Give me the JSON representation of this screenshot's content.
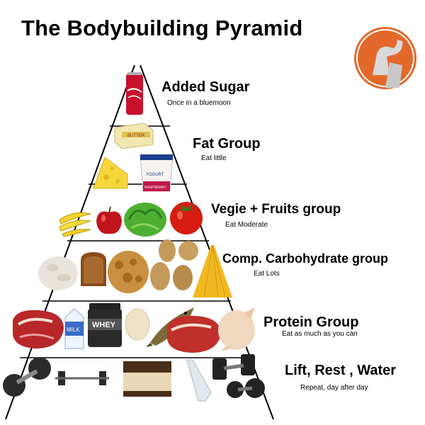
{
  "title": "The Bodybuilding Pyramid",
  "logo": {
    "icon": "flexing-arm-icon",
    "color": "#e2692a"
  },
  "tiers": [
    {
      "name": "Added Sugar",
      "subtitle": "Once in a bluemoon",
      "icons": [
        "cola-can-icon"
      ]
    },
    {
      "name": "Fat Group",
      "subtitle": "Eat little",
      "icons": [
        "butter-icon",
        "cheese-icon",
        "yogurt-cup-icon"
      ],
      "yogurt_label": [
        "YOGURT",
        "RASPBERRY"
      ],
      "butter_label": "BUTTER"
    },
    {
      "name": "Vegie + Fruits group",
      "subtitle": "Eat Moderate",
      "icons": [
        "banana-icon",
        "apple-icon",
        "lettuce-icon",
        "tomato-icon"
      ]
    },
    {
      "name": "Comp. Carbohydrate group",
      "subtitle": "Eat Lots",
      "icons": [
        "rice-icon",
        "bread-icon",
        "cereal-icon",
        "potato-icon",
        "pasta-icon"
      ]
    },
    {
      "name": "Protein Group",
      "subtitle": "Eat as much as you can",
      "icons": [
        "steak-icon",
        "milk-carton-icon",
        "whey-tub-icon",
        "egg-icon",
        "fish-icon",
        "steak-icon",
        "chicken-icon"
      ],
      "milk_label": "MILK",
      "whey_label": "WHEY"
    },
    {
      "name": "Lift, Rest , Water",
      "subtitle": "Repeat, day after day",
      "icons": [
        "dumbbell-icon",
        "barbell-icon",
        "bed-icon",
        "water-bottle-icon",
        "dumbbell-icon"
      ]
    }
  ]
}
